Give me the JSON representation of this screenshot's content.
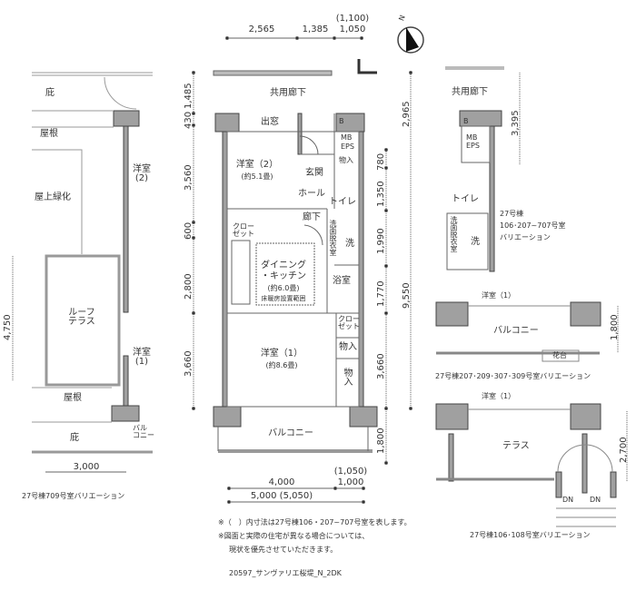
{
  "top_dims": {
    "d1": "2,565",
    "d2": "1,385",
    "d3_alt": "(1,100)",
    "d3": "1,050"
  },
  "left_dims": [
    "1,485",
    "430",
    "3,560",
    "600",
    "2,800",
    "3,660"
  ],
  "right_dims": [
    "2,965",
    "780",
    "1,350",
    "1,990",
    "1,770",
    "9,550",
    "3,660",
    "1,800"
  ],
  "bottom_dims": {
    "d1": "4,000",
    "d2_alt": "(1,050)",
    "d2": "1,000",
    "total": "5,000 (5,050)"
  },
  "main_plan": {
    "corridor": "共用廊下",
    "bay_window": "出窓",
    "b": "B",
    "mb": "MB",
    "eps": "EPS",
    "room2": "洋室（2）",
    "room2_size": "(約5.1畳)",
    "entrance": "玄関",
    "storage_top": "物入",
    "hall": "ホール",
    "toilet": "トイレ",
    "closet_left": "クロー\nゼット",
    "hallway": "廊下",
    "washroom": "洗面脱衣室",
    "wash": "洗",
    "dk_line1": "ダイニング",
    "dk_line2": "・キッチン",
    "dk_size": "(約6.0畳)",
    "floor_heating": "床暖房設置範囲",
    "bath": "浴室",
    "closet_right": "クロー\nゼット",
    "storage_mid": "物入",
    "storage_low": "物入",
    "room1": "洋室（1）",
    "room1_size": "(約8.6畳)",
    "balcony": "バルコニー"
  },
  "left_plan": {
    "eaves_top": "庇",
    "roof_top": "屋根",
    "rooftop_green": "屋上緑化",
    "room2": "洋室\n(2)",
    "roof_terrace": "ルーフ\nテラス",
    "room1": "洋室\n(1)",
    "roof_bottom": "屋根",
    "eaves_bottom": "庇",
    "balcony": "バル\nコニー",
    "dim_height": "4,750",
    "dim_width": "3,000",
    "caption": "27号棟709号室バリエーション"
  },
  "right_top_plan": {
    "corridor": "共用廊下",
    "dim": "3,395",
    "b": "B",
    "mb": "MB",
    "eps": "EPS",
    "toilet": "トイレ",
    "washroom": "洗面脱衣室",
    "wash": "洗",
    "caption_line1": "27号棟",
    "caption_line2": "106･207~707号室",
    "caption_line3": "バリエーション"
  },
  "right_mid_plan": {
    "room1": "洋室（1）",
    "balcony": "バルコニー",
    "planter": "花台",
    "dim": "1,800",
    "caption": "27号棟207･209･307･309号室バリエーション"
  },
  "right_bottom_plan": {
    "room1": "洋室（1）",
    "terrace": "テラス",
    "dim": "2,700",
    "dn1": "DN",
    "dn2": "DN",
    "caption": "27号棟106･108号室バリエーション"
  },
  "notes": {
    "line1": "※（　）内寸法は27号棟106・207~707号室を表します。",
    "line2": "※図面と実際の住宅が異なる場合については、",
    "line3": "現状を優先させていただきます。",
    "code": "20597_サンヴァリエ桜堤_N_2DK"
  },
  "compass": {
    "label": "N"
  },
  "colors": {
    "wall": "#a0a0a0",
    "wall_edge": "#555555",
    "line": "#888888"
  }
}
